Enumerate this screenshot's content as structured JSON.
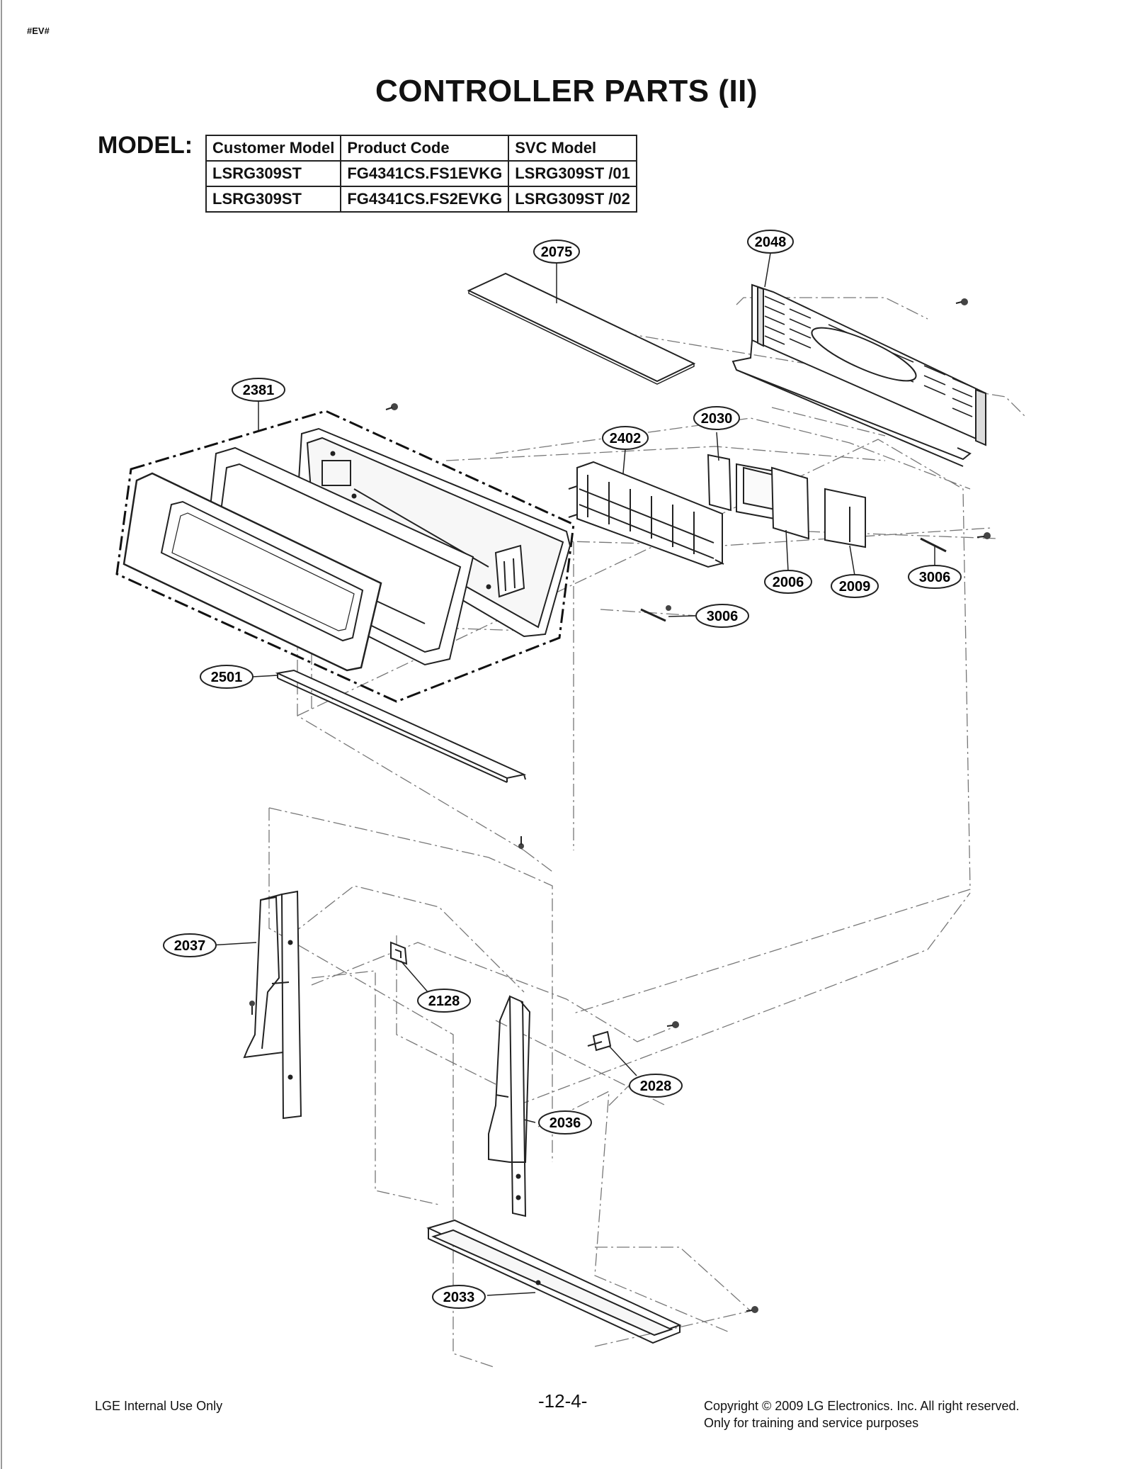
{
  "page_tag": "#EV#",
  "title": "CONTROLLER PARTS (II)",
  "model_label": "MODEL:",
  "model_table": {
    "headers": [
      "Customer Model",
      "Product Code",
      "SVC Model"
    ],
    "rows": [
      [
        "LSRG309ST",
        "FG4341CS.FS1EVKG",
        "LSRG309ST /01"
      ],
      [
        "LSRG309ST",
        "FG4341CS.FS2EVKG",
        "LSRG309ST /02"
      ]
    ]
  },
  "callouts": {
    "c2075": "2075",
    "c2048": "2048",
    "c2381": "2381",
    "c2030": "2030",
    "c2402": "2402",
    "c2006": "2006",
    "c2009": "2009",
    "c3006a": "3006",
    "c3006b": "3006",
    "c2501": "2501",
    "c2037": "2037",
    "c2128": "2128",
    "c2028": "2028",
    "c2036": "2036",
    "c2033": "2033"
  },
  "footer": {
    "left": "LGE Internal Use Only",
    "page_number": "-12-4-",
    "copyright": "Copyright © 2009 LG Electronics. Inc. All right reserved.",
    "note": "Only for training and service purposes"
  }
}
